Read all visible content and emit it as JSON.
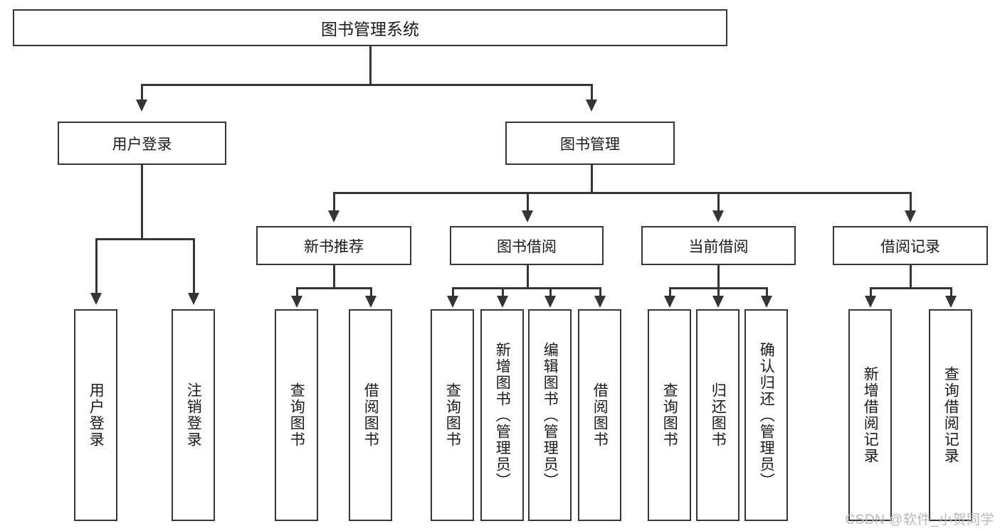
{
  "diagram": {
    "title": "图书管理系统",
    "type": "tree",
    "watermark": "CSDN @软件_小贺同学",
    "colors": {
      "stroke": "#353535",
      "fill": "#ffffff",
      "text": "#1a1a1a",
      "watermark": "#b9b9b9"
    },
    "root": {
      "label": "图书管理系统"
    },
    "level2": [
      {
        "label": "用户登录"
      },
      {
        "label": "图书管理"
      }
    ],
    "level3": [
      {
        "label": "新书推荐"
      },
      {
        "label": "图书借阅"
      },
      {
        "label": "当前借阅"
      },
      {
        "label": "借阅记录"
      }
    ],
    "leaves": {
      "user_login": [
        {
          "label": "用户登录"
        },
        {
          "label": "注销登录"
        }
      ],
      "new_book_recommend": [
        {
          "label": "查询图书"
        },
        {
          "label": "借阅图书"
        }
      ],
      "book_borrow": [
        {
          "label": "查询图书"
        },
        {
          "label": "新增图书（管理员）"
        },
        {
          "label": "编辑图书（管理员）"
        },
        {
          "label": "借阅图书"
        }
      ],
      "current_borrow": [
        {
          "label": "查询图书"
        },
        {
          "label": "归还图书"
        },
        {
          "label": "确认归还（管理员）"
        }
      ],
      "borrow_record": [
        {
          "label": "新增借阅记录"
        },
        {
          "label": "查询借阅记录"
        }
      ]
    }
  }
}
